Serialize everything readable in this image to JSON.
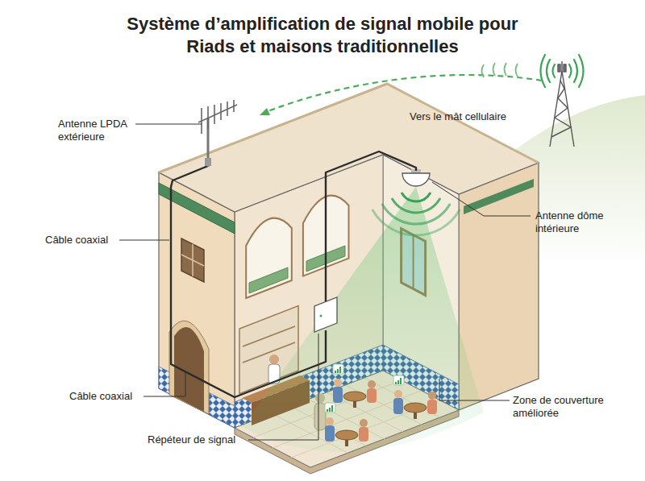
{
  "diagram": {
    "title": "Système d’amplification de signal mobile pour Riads et maisons traditionnelles",
    "labels": [
      "Antenne LPDA extérieure",
      "Vers le mât cellulaire",
      "Antenne dôme intérieure",
      "Câble coaxial",
      "Câble coaxial",
      "Zone de couverture améliorée",
      "Répéteur de signal"
    ]
  }
}
